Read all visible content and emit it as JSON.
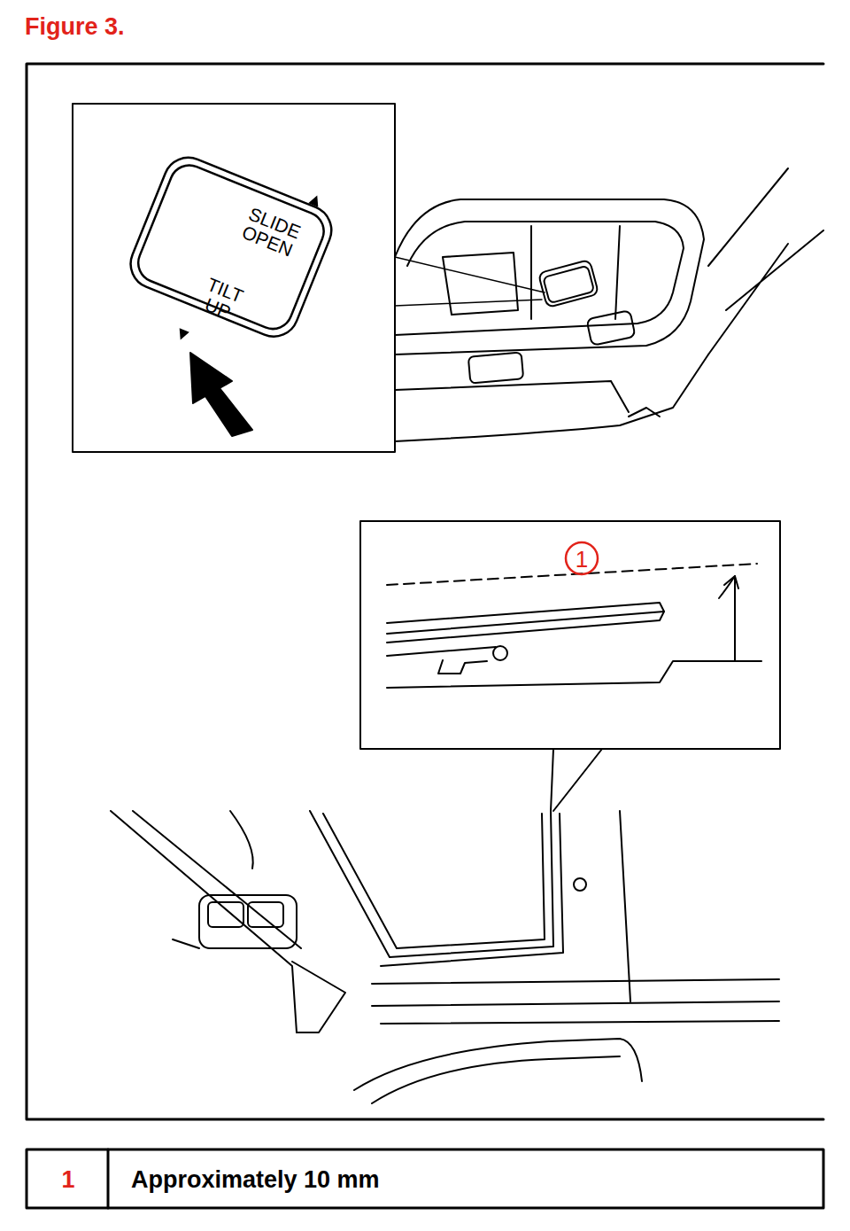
{
  "diagram": {
    "title": "Figure 3.",
    "labels": [
      "SLIDE OPEN",
      "TILT UP",
      "1",
      "1",
      "Approximately 10 mm"
    ]
  }
}
